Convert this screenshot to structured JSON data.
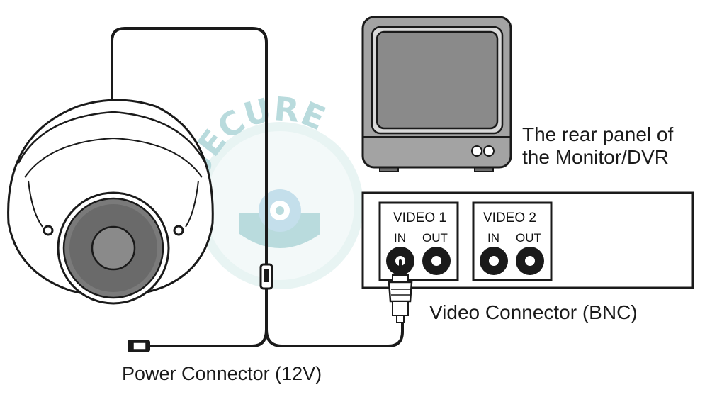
{
  "monitor": {
    "caption_line1": "The rear panel of",
    "caption_line2": "the Monitor/DVR"
  },
  "panel": {
    "video1": {
      "title": "VIDEO 1",
      "in_label": "IN",
      "out_label": "OUT"
    },
    "video2": {
      "title": "VIDEO 2",
      "in_label": "IN",
      "out_label": "OUT"
    }
  },
  "captions": {
    "video_connector": "Video Connector (BNC)",
    "power_connector": "Power Connector (12V)"
  },
  "watermark": {
    "text": "SECURE"
  },
  "colors": {
    "line": "#1a1a1a",
    "monitor_gray": "#9a9a9a",
    "screen_gray": "#8a8a8a",
    "camera_lens": "#7a7a7a",
    "watermark": "#3a9aa0"
  }
}
